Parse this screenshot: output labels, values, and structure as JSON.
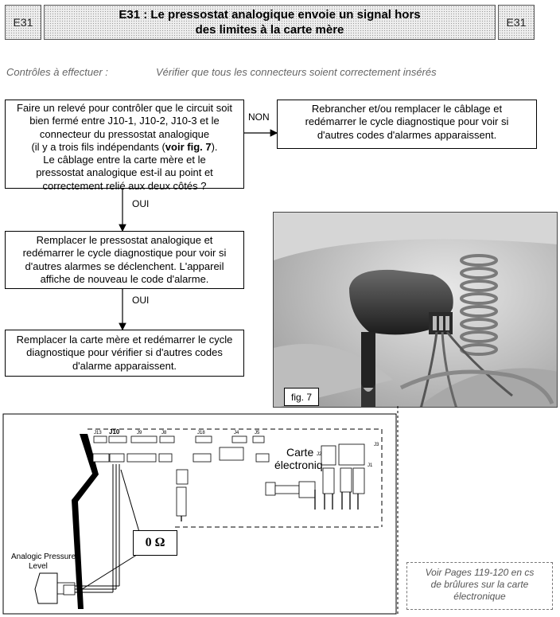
{
  "header": {
    "code_left": "E31",
    "title_line1": "E31 : Le pressostat analogique envoie un signal hors",
    "title_line2": "des limites à la carte mère",
    "code_right": "E31"
  },
  "controls": {
    "label": "Contrôles à effectuer :",
    "text": "Vérifier que tous les connecteurs soient correctement insérés"
  },
  "flow": {
    "box1": {
      "line1": "Faire un relevé pour contrôler que le circuit soit",
      "line2": "bien fermé entre J10-1, J10-2, J10-3 et le",
      "line3": "connecteur du pressostat analogique",
      "line4_pre": "(il y a trois fils indépendants (",
      "line4_bold": "voir fig. 7",
      "line4_post": ").",
      "line5": "Le câblage entre la carte mère et le",
      "line6": "pressostat analogique est-il au point et",
      "line7": "correctement relié aux deux côtés ?"
    },
    "no_label": "NON",
    "box_no": {
      "line1": "Rebrancher et/ou remplacer le câblage et",
      "line2": "redémarrer le cycle diagnostique pour voir si",
      "line3": "d'autres codes d'alarmes apparaissent."
    },
    "yes_label_1": "OUI",
    "box2": {
      "line1": "Remplacer le pressostat analogique et",
      "line2": "redémarrer le cycle diagnostique pour voir si",
      "line3": "d'autres alarmes se déclenchent. L'appareil",
      "line4": "affiche de nouveau le code d'alarme."
    },
    "yes_label_2": "OUI",
    "box3": {
      "line1": "Remplacer la carte mère et redémarrer le cycle",
      "line2": "diagnostique pour vérifier si d'autres codes",
      "line3": "d'alarme apparaissent."
    }
  },
  "figure": {
    "label": "fig. 7"
  },
  "schematic": {
    "connectors": [
      "J13",
      "J10",
      "J9",
      "J8",
      "J18",
      "J4",
      "J5",
      "J3",
      "J1",
      "J2"
    ],
    "board_label_1": "Carte",
    "board_label_2": "électroniq",
    "measure": "0 Ω",
    "sensor_label_1": "Analogic Pressure",
    "sensor_label_2": "Level"
  },
  "note": {
    "line1": "Voir Pages 119-120 en cs",
    "line2": "de brûlures sur la carte",
    "line3": "électronique"
  }
}
